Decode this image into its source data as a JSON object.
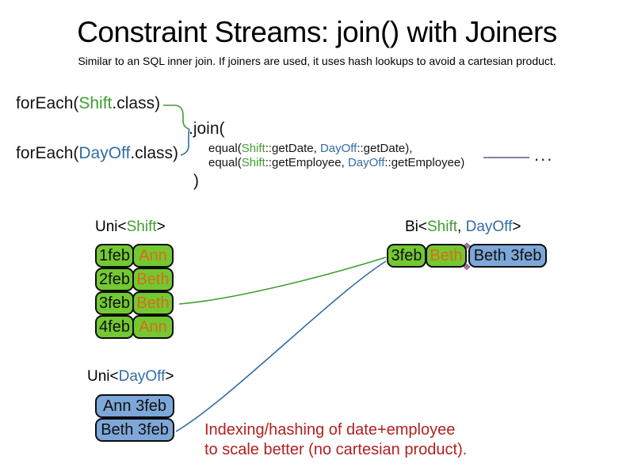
{
  "title": "Constraint Streams: join() with Joiners",
  "subtitle": "Similar to an SQL inner join. If joiners are used, it uses hash lookups to avoid a cartesian product.",
  "colors": {
    "shift_green": "#3f9e2f",
    "dayoff_blue": "#336da6",
    "cell_green": "#74c832",
    "cell_blue": "#7da7d8",
    "name_orange": "#d96c1a",
    "note_red": "#b22020",
    "continuation_purple": "#69537d"
  },
  "code": {
    "foreach_shift": {
      "pre": "forEach(",
      "cls": "Shift",
      "post": ".class)"
    },
    "foreach_dayoff": {
      "pre": "forEach(",
      "cls": "DayOff",
      "post": ".class)"
    },
    "join_open": ".join(",
    "joiners": [
      {
        "fn": "equal(",
        "arg1_class": "Shift",
        "arg1_rest": "::getDate, ",
        "arg2_class": "DayOff",
        "arg2_rest": "::getDate),"
      },
      {
        "fn": "equal(",
        "arg1_class": "Shift",
        "arg1_rest": "::getEmployee, ",
        "arg2_class": "DayOff",
        "arg2_rest": "::getEmployee)"
      }
    ],
    "join_close": ")",
    "ellipsis": "..."
  },
  "uni_shift": {
    "label": {
      "pre": "Uni<",
      "cls": "Shift",
      "post": ">"
    },
    "rows": [
      {
        "date": "1feb",
        "name": "Ann"
      },
      {
        "date": "2feb",
        "name": "Beth"
      },
      {
        "date": "3feb",
        "name": "Beth"
      },
      {
        "date": "4feb",
        "name": "Ann"
      }
    ]
  },
  "bi": {
    "label": {
      "pre": "Bi<",
      "shift": "Shift",
      "sep": ", ",
      "dayoff": "DayOff",
      "post": ">"
    },
    "row": {
      "date": "3feb",
      "name": "Beth",
      "pair": "Beth 3feb"
    }
  },
  "uni_dayoff": {
    "label": {
      "pre": "Uni<",
      "cls": "DayOff",
      "post": ">"
    },
    "rows": [
      {
        "text": "Ann 3feb"
      },
      {
        "text": "Beth 3feb"
      }
    ]
  },
  "note": {
    "line1": "Indexing/hashing of date+employee",
    "line2": "to scale better (no cartesian product)."
  }
}
